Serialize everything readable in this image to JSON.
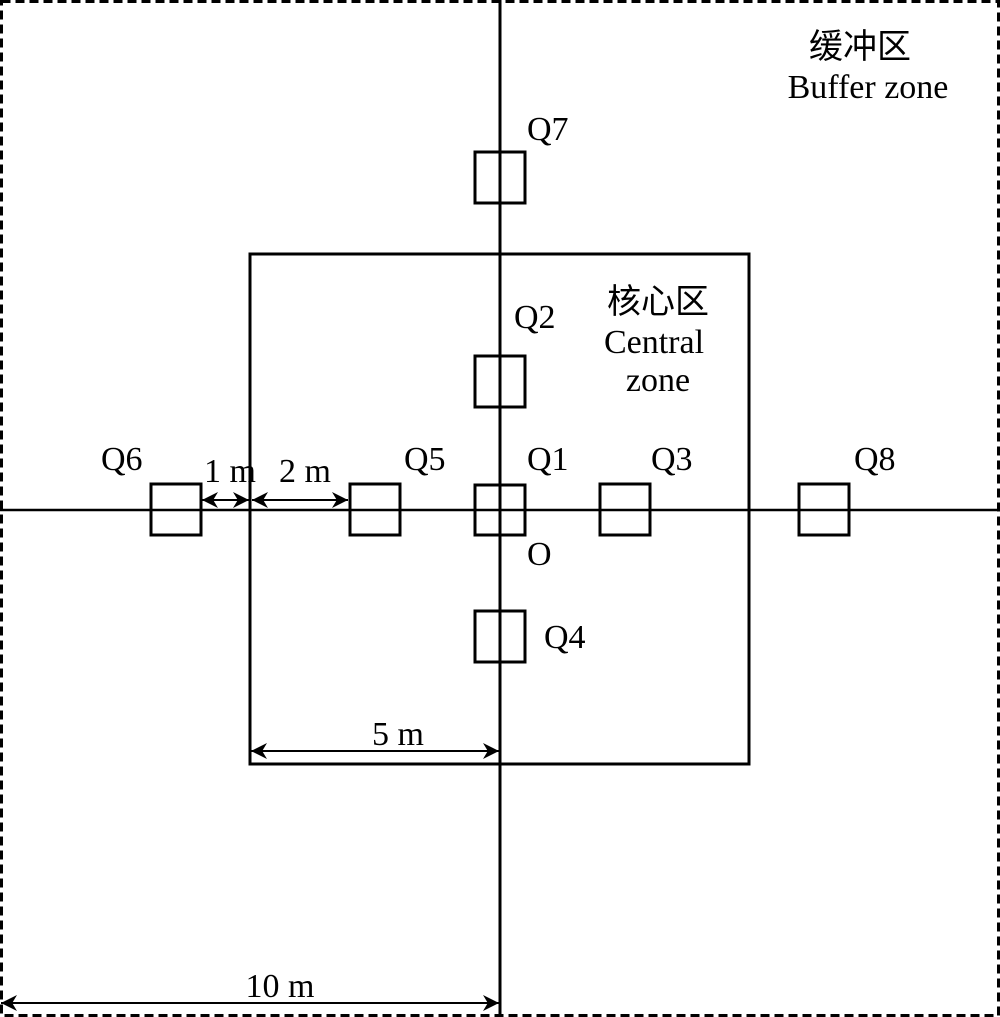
{
  "buffer_zone": {
    "label_zh": "缓冲区",
    "label_en": "Buffer zone"
  },
  "central_zone": {
    "label_zh": "核心区",
    "label_en_line1": "Central",
    "label_en_line2": "zone"
  },
  "quadrats": [
    {
      "id": "Q1",
      "label": "Q1"
    },
    {
      "id": "Q2",
      "label": "Q2"
    },
    {
      "id": "Q3",
      "label": "Q3"
    },
    {
      "id": "Q4",
      "label": "Q4"
    },
    {
      "id": "Q5",
      "label": "Q5"
    },
    {
      "id": "Q6",
      "label": "Q6"
    },
    {
      "id": "Q7",
      "label": "Q7"
    },
    {
      "id": "Q8",
      "label": "Q8"
    }
  ],
  "origin_label": "O",
  "dimensions": {
    "d1": "1 m",
    "d2": "2 m",
    "d5": "5 m",
    "d10": "10 m"
  },
  "colors": {
    "line": "#000000",
    "background": "#ffffff"
  }
}
